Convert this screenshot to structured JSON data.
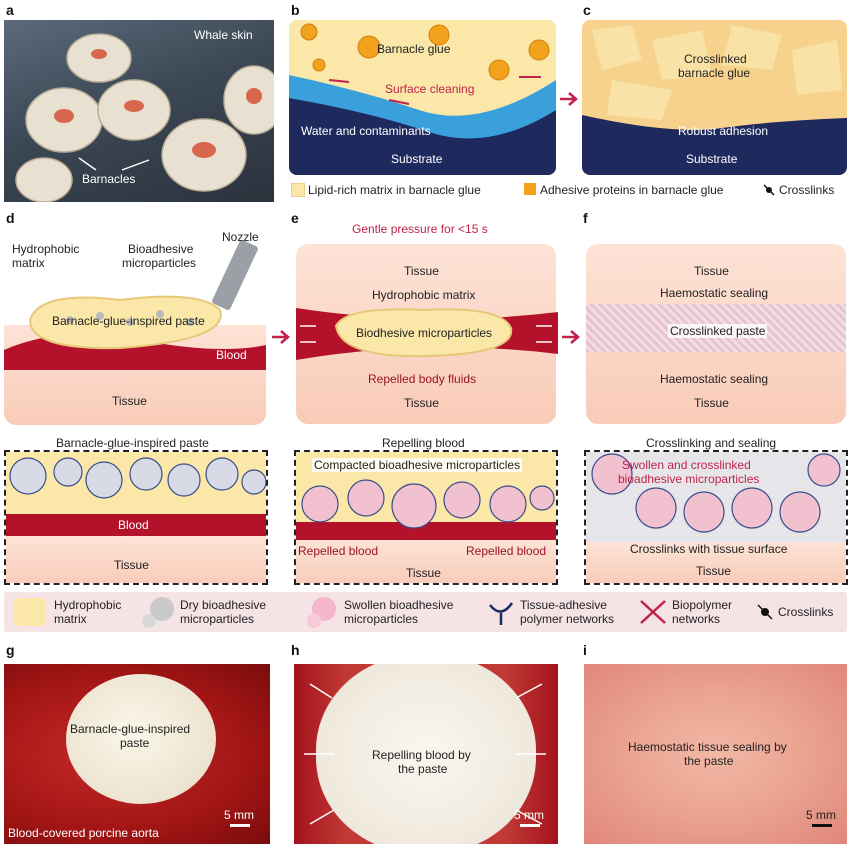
{
  "panels": {
    "a": {
      "label": "a",
      "whale_skin": "Whale skin",
      "barnacles": "Barnacles"
    },
    "b": {
      "label": "b",
      "glue": "Barnacle glue",
      "cleaning": "Surface cleaning",
      "water": "Water and contaminants",
      "substrate": "Substrate"
    },
    "c": {
      "label": "c",
      "crosslinked_1": "Crosslinked",
      "crosslinked_2": "barnacle glue",
      "adhesion": "Robust adhesion",
      "substrate": "Substrate"
    },
    "d": {
      "label": "d",
      "hydrophobic_1": "Hydrophobic",
      "hydrophobic_2": "matrix",
      "bioadhesive_1": "Bioadhesive",
      "bioadhesive_2": "microparticles",
      "nozzle": "Nozzle",
      "paste": "Barnacle-glue-inspired paste",
      "blood": "Blood",
      "tissue": "Tissue",
      "zoom_title": "Barnacle-glue-inspired paste",
      "zoom_blood": "Blood",
      "zoom_tissue": "Tissue"
    },
    "e": {
      "label": "e",
      "pressure": "Gentle pressure for <15 s",
      "tissue_top": "Tissue",
      "hydrophobic": "Hydrophobic matrix",
      "micro": "Biodhesive microparticles",
      "repelled": "Repelled body fluids",
      "tissue_bottom": "Tissue",
      "zoom_title": "Repelling blood",
      "compacted": "Compacted bioadhesive microparticles",
      "repelled_left": "Repelled blood",
      "repelled_right": "Repelled blood",
      "zoom_tissue": "Tissue"
    },
    "f": {
      "label": "f",
      "tissue_top": "Tissue",
      "sealing_top": "Haemostatic sealing",
      "crosslinked": "Crosslinked paste",
      "sealing_bottom": "Haemostatic sealing",
      "tissue_bottom": "Tissue",
      "zoom_title": "Crosslinking and sealing",
      "swollen_1": "Swollen and crosslinked",
      "swollen_2": "bioadhesive microparticles",
      "crosslinks": "Crosslinks with tissue surface",
      "zoom_tissue": "Tissue"
    },
    "g": {
      "label": "g",
      "paste_1": "Barnacle-glue-inspired",
      "paste_2": "paste",
      "caption": "Blood-covered porcine aorta",
      "scale": "5 mm"
    },
    "h": {
      "label": "h",
      "text_1": "Repelling blood by",
      "text_2": "the paste",
      "scale": "5 mm"
    },
    "i": {
      "label": "i",
      "text_1": "Haemostatic tissue sealing by",
      "text_2": "the paste",
      "scale": "5 mm"
    }
  },
  "legend_top": {
    "lipid": "Lipid-rich matrix in barnacle glue",
    "proteins": "Adhesive proteins in barnacle glue",
    "crosslinks": "Crosslinks"
  },
  "legend_bottom": {
    "hydro_1": "Hydrophobic",
    "hydro_2": "matrix",
    "dry_1": "Dry bioadhesive",
    "dry_2": "microparticles",
    "swollen_1": "Swollen bioadhesive",
    "swollen_2": "microparticles",
    "tissue_1": "Tissue-adhesive",
    "tissue_2": "polymer networks",
    "bio_1": "Biopolymer",
    "bio_2": "networks",
    "crosslinks": "Crosslinks"
  },
  "colors": {
    "glue": "#fbe7a8",
    "orange": "#f3a21d",
    "water": "#3aa0dc",
    "substrate": "#1e2a5e",
    "blood": "#b3122a",
    "tissue": "#fbd5c4",
    "accent": "#c0224a"
  }
}
